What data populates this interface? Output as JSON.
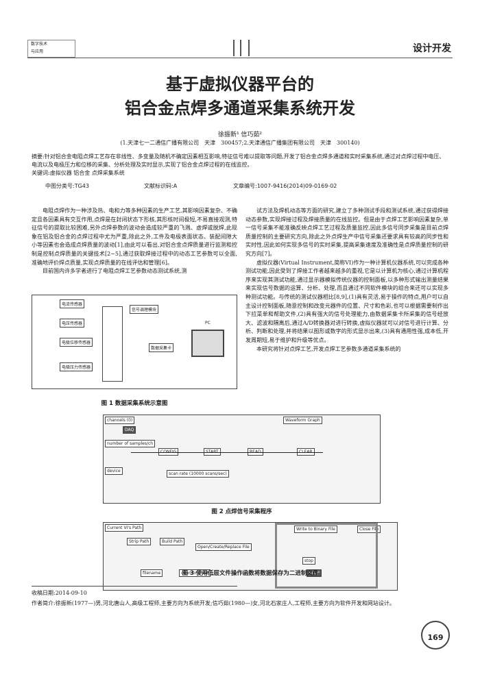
{
  "header": {
    "logo_line1": "数字技术",
    "logo_line2": "与应用",
    "section": "设计开发"
  },
  "title_line1": "基于虚拟仪器平台的",
  "title_line2": "铝合金点焊多通道采集系统开发",
  "authors": "徐振新¹ 信巧茹²",
  "affiliation": "(1.天津七一二通信广播有限公司　天津　300457;2.天津通信广播集团有限公司　天津　300140)",
  "abstract": "摘要:针对铝合金电阻点焊工艺存在非线性、多变量及随机不确定因素相互影响,特征信号难以提取等问题,开发了铝合金点焊多通道和实时采集系统,通过对点焊过程中电压、电流以及电极压力和位移的采集、分析处理及实时显示,实现了铝合金点焊过程的在线监控。",
  "keywords": "关键词:虚拟仪器 铝合金 点焊采集系统",
  "clc": "中图分类号:TG43",
  "doc_code": "文献标识码:A",
  "article_no": "文章编号:1007-9416(2014)09-0169-02",
  "left_col": "电阻点焊作为一种涉及热、电和力等多种因素的生产工艺,其影响因素复杂、不确定且各因素具有交互作用,点焊是在封闭状态下形核,其形核时间极短,不易直接观测,特征信号的提取比较困难,另外点焊参数的波动会造成较严重的飞溅、虚焊或脱焊,此现象在铝及铝合金的点焊过程中尤为严重,除此之外,工件及电极表面状态、装配间隙大小等因素也会造成点焊质量的波动[1],由此可以看出,对铝合金点焊质量进行监测和控制是控制点焊质量的关键技术[2~5],通过获取焊接过程中的动态工艺参数可以全面,准确地评价焊点质量,实现点焊质量的在线评估和管理[6]。",
  "left_col2": "目前国内许多学者进行了电阻点焊工艺参数动态测试系统,测",
  "right_col": "试方法及焊机动态等方面的研究,建立了多种测试手段和测试系统,通过获得焊接动态参数,实现焊接过程及焊接质量的在线监控。但是由于点焊工艺影响因素复杂,单一信号采集不能准确反映点焊工艺过程及质量监控,因此多信号同步采集是目前点焊质量控制的主要研究方向,除此之外点焊生产中信号采集还要求具有较高的同步性和实时性,因此如何实现多信号的实时采集,提高采集速度及准确性是点焊质量控制的研究方向[7]。",
  "right_col2": "虚拟仪器(Virtual Instrument,简称VI)作为一种计算机仪器系统,可以完成各种测试功能,因此受到了焊接工作者越来越多的重视,它是以计算机为核心,通过计算机程序来实现其测试功能,通过显示器模拟传统仪器的控制面板,以多种形式输出测量结果来实现信号数据的运算、分析、处理,而且通过不同软件模块的组合来还可以实现多种测试功能。与传统的测试仪器相比[8,9],(1)具有灵活,易于操作的特点,用户可以自主设计控制面板,随意控制和改变元器件的位置、尺寸和色彩,也可以根据需要制作出下拉菜单和帮助文件,(2)具有强大的信号处理能力,由数据采集卡所采集的信号经放大、滤波和隔离后,通过A/D转换器对进行转换,虚拟仪器就可以对信号进行计算、分析、判断和处理,并将结果以图形或数字的形式显示出来,(3)具有通用性强,成本低,开发周期短,易于维护和升级等优点。",
  "right_col3": "本研究将针对点焊工艺,开发点焊工艺参数多通道采集系统的",
  "fig1": {
    "caption": "图 1 数据采集系统示意图",
    "sensors": [
      "电流传感器",
      "电压传感器",
      "电极位移传感器",
      "电极压力传感器"
    ],
    "module": "信号调理模块",
    "card": "数据采集卡",
    "pc": "PC"
  },
  "fig2": {
    "caption": "图 2 点焊信号采集程序",
    "labels": [
      "channels (0)",
      "DAQ",
      "number of samples/ch",
      "device",
      "scan rate (10000 scans/sec)",
      "Waveform Graph",
      "CONFIG",
      "START",
      "READ",
      "CLEAR"
    ]
  },
  "fig3": {
    "caption": "图 3 使用低层文件操作函数将数据保存为二进制文件",
    "labels": [
      "Current VI's Path",
      "Strip Path",
      "Build Path",
      "Open/Create/Replace File",
      "Write to Binary File",
      "Close File",
      "filename",
      "open or creat",
      "stop",
      "STOP"
    ]
  },
  "footer": {
    "received": "收稿日期:2014-09-10",
    "bio": "作者简介:徐振新(1977—)男,河北唐山人,高级工程师,主要方向为系统开发;信巧茹(1980—)女,河北石家庄人,工程师,主要方向为软件开发和网站设计。",
    "page": "169"
  }
}
